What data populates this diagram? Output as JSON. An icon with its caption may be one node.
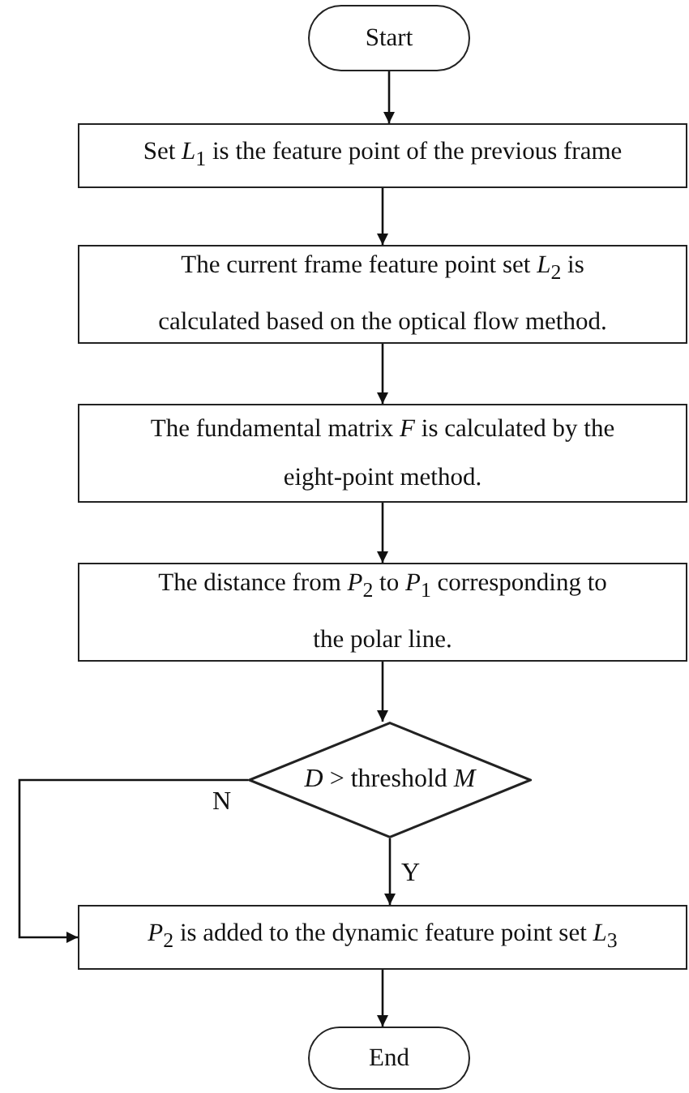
{
  "diagram": {
    "nodes": [
      {
        "text": [
          "Start"
        ]
      },
      {
        "text": [
          "Set *L*$_{1}$ is the feature point of the previous frame"
        ]
      },
      {
        "text": [
          "The current frame feature point set *L*$_{2}$ is calculated based on the optical flow method."
        ]
      },
      {
        "text": [
          "The fundamental matrix *F* is calculated by the eight-point method."
        ]
      },
      {
        "text": [
          "The distance from *P*$_{2}$ to *P*$_{1}$ corresponding to the polar line."
        ]
      },
      {
        "text": [
          "*D* > threshold *M*"
        ]
      },
      {
        "text": [
          "*P*$_{2}$ is added to the dynamic feature point set *L*$_{3}$"
        ]
      },
      {
        "text": [
          "End"
        ]
      }
    ],
    "edges": [
      {
        "from": 0,
        "to": 1,
        "arrow": "to"
      },
      {
        "from": 1,
        "to": 2,
        "arrow": "to"
      },
      {
        "from": 2,
        "to": 3,
        "arrow": "to"
      },
      {
        "from": 3,
        "to": 4,
        "arrow": "to"
      },
      {
        "from": 4,
        "to": 5,
        "arrow": "to"
      },
      {
        "from": 5,
        "to": 6,
        "arrow": "to",
        "label": "Y"
      },
      {
        "from": 5,
        "to": 6,
        "arrow": "to",
        "label": "N"
      },
      {
        "from": 6,
        "to": 7,
        "arrow": "to"
      }
    ]
  }
}
